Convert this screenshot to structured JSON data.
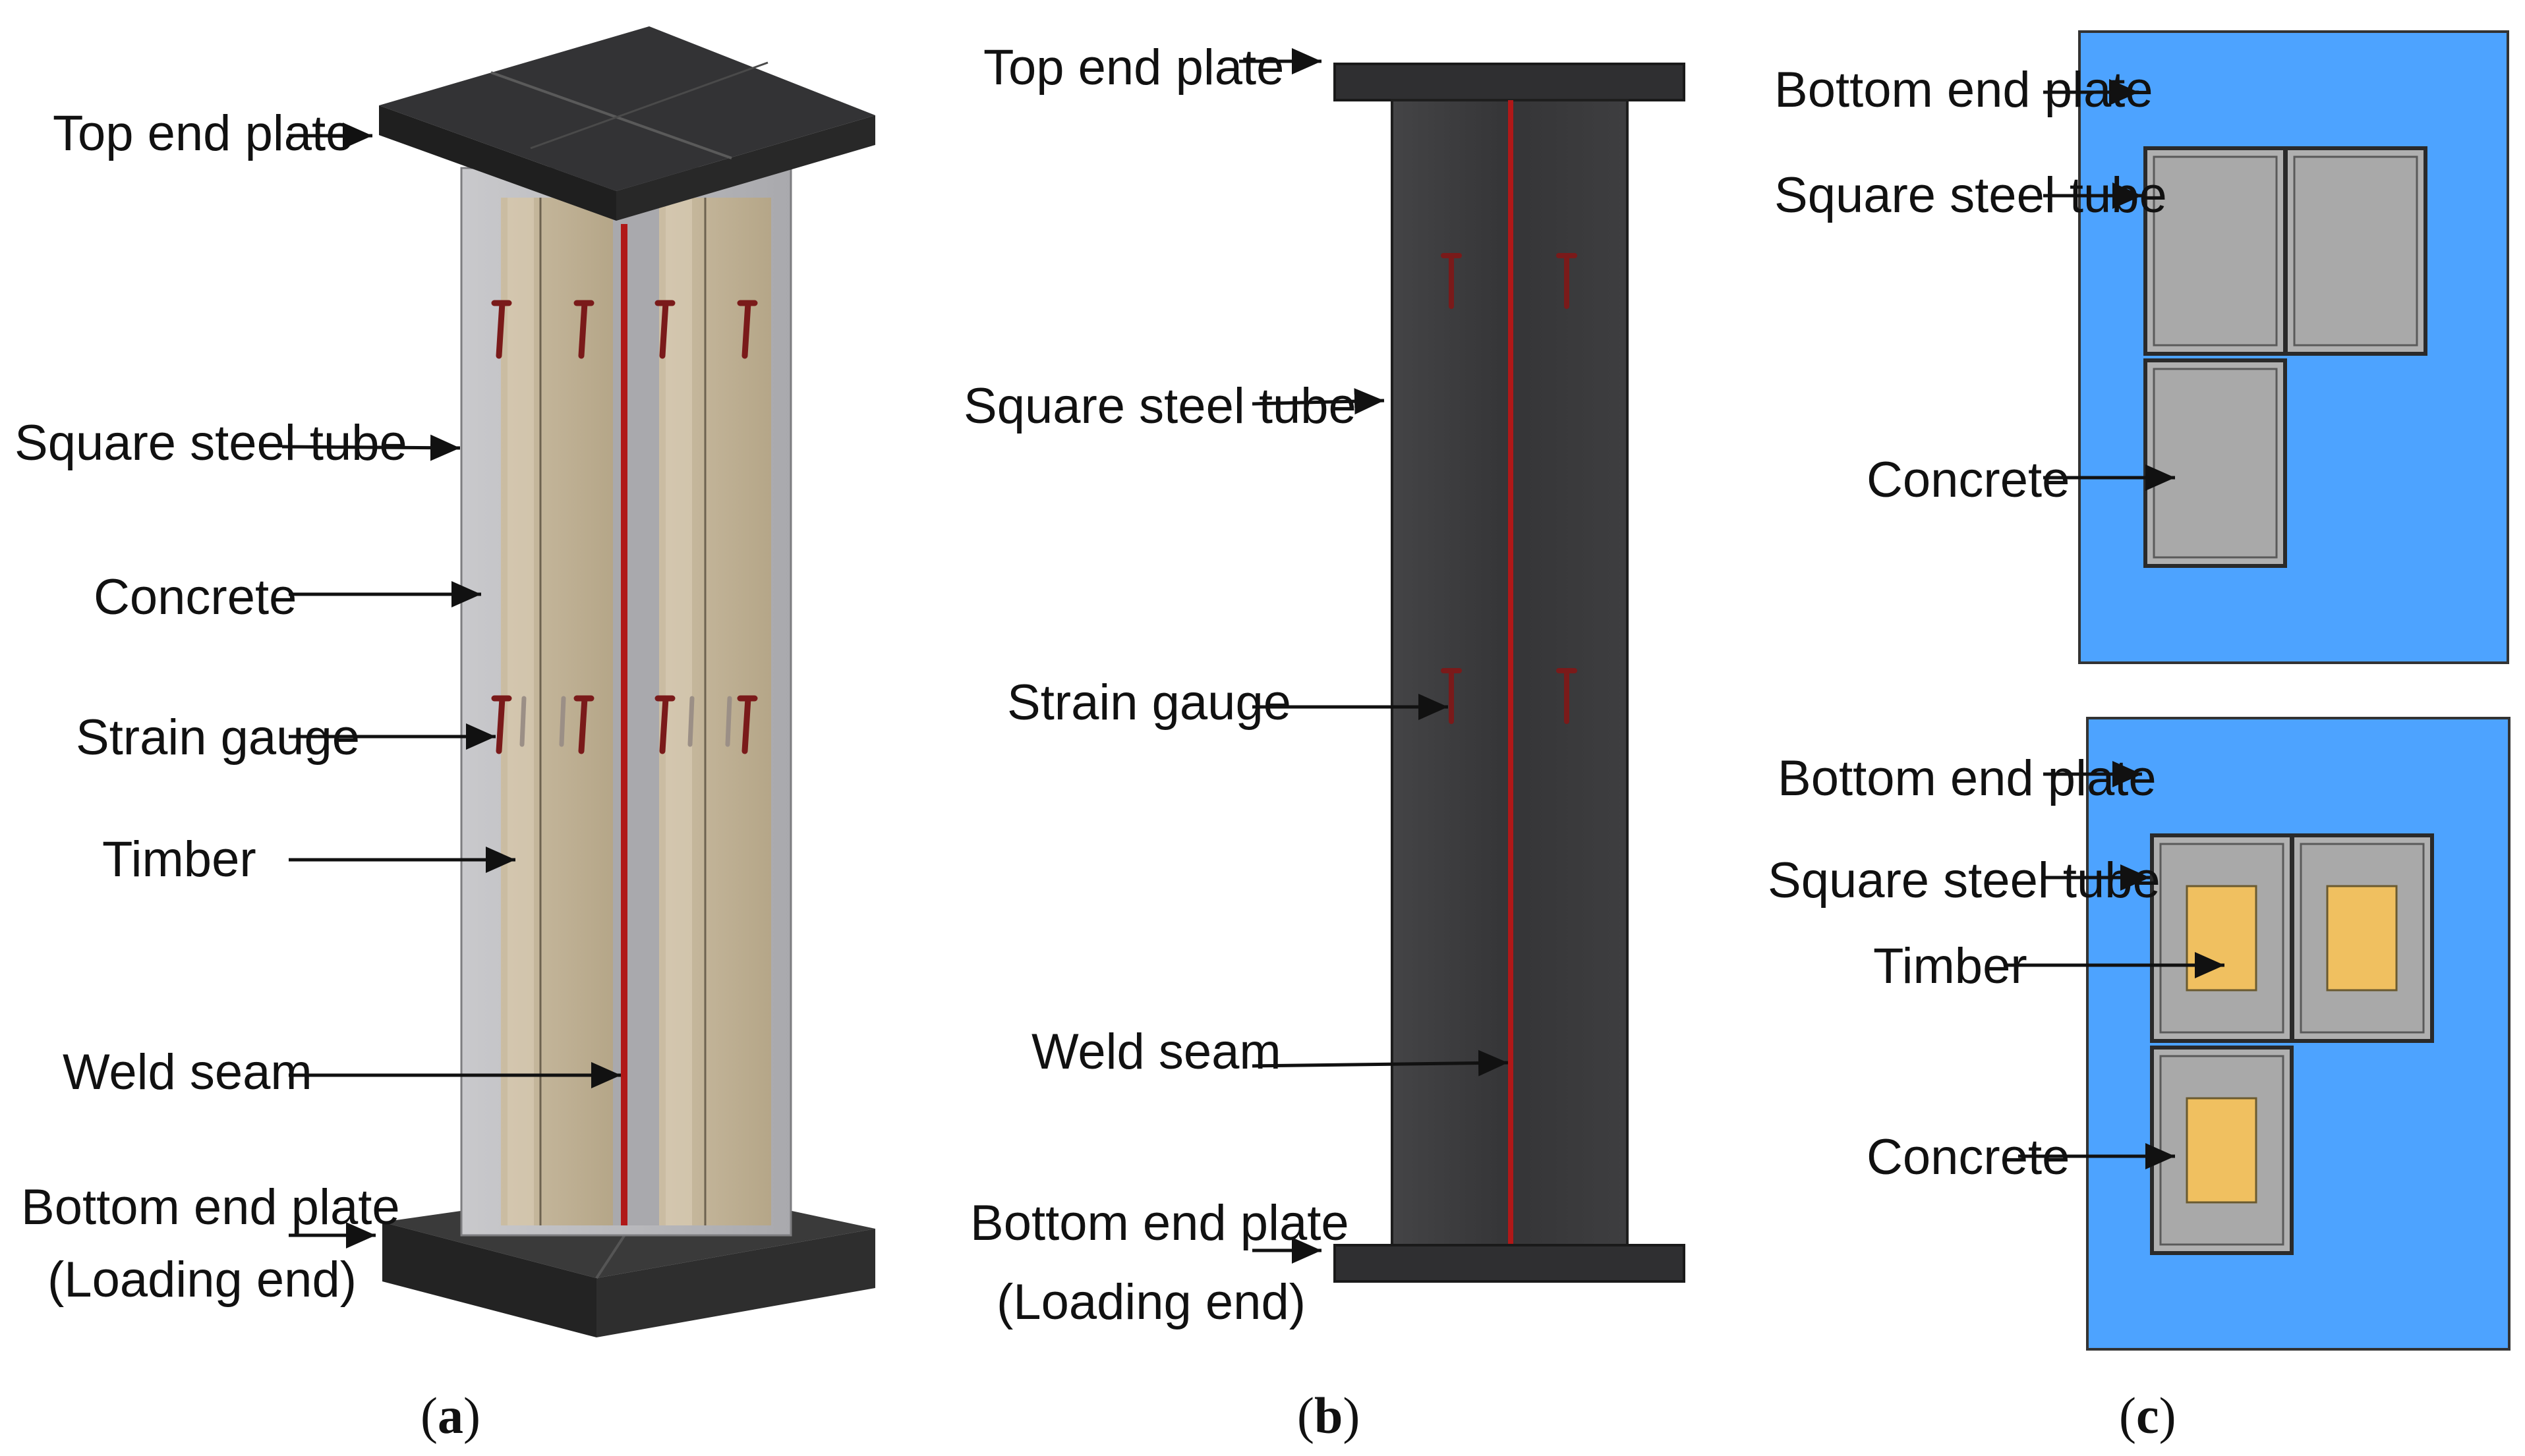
{
  "colors": {
    "end_plate": "#2b2b2b",
    "steel_tube": "#b9b9bc",
    "timber_3d": "#c3b49a",
    "weld_seam": "#b01818",
    "strain_gauge": "#7a1a1a",
    "column_b": "#3a3a3a",
    "plate_c": "#4da3ff",
    "section_concrete": "#a9a9a9",
    "section_timber": "#f0c060"
  },
  "panel_a": {
    "caption_letter": "a",
    "labels": {
      "top_end_plate": "Top end plate",
      "square_steel_tube": "Square steel tube",
      "concrete": "Concrete",
      "strain_gauge": "Strain gauge",
      "timber": "Timber",
      "weld_seam": "Weld seam",
      "bottom_end_plate_line1": "Bottom end plate",
      "bottom_end_plate_line2": "(Loading end)"
    }
  },
  "panel_b": {
    "caption_letter": "b",
    "labels": {
      "top_end_plate": "Top end plate",
      "square_steel_tube": "Square steel tube",
      "strain_gauge": "Strain gauge",
      "weld_seam": "Weld seam",
      "bottom_end_plate_line1": "Bottom end plate",
      "bottom_end_plate_line2": "(Loading end)"
    }
  },
  "panel_c": {
    "caption_letter": "c",
    "top_section": {
      "bottom_end_plate": "Bottom end plate",
      "square_steel_tube": "Square steel tube",
      "concrete": "Concrete"
    },
    "bottom_section": {
      "bottom_end_plate": "Bottom end plate",
      "square_steel_tube": "Square steel tube",
      "timber": "Timber",
      "concrete": "Concrete"
    }
  }
}
